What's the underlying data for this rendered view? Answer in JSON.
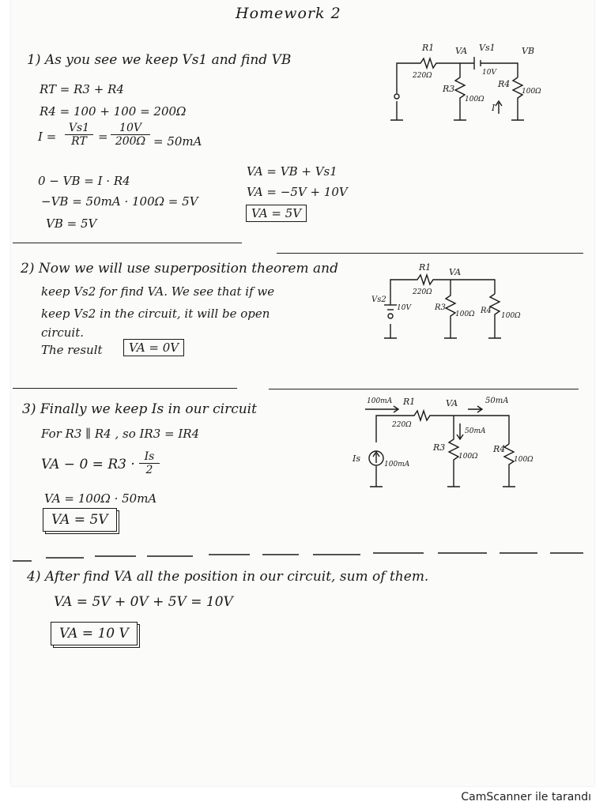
{
  "title": "Homework 2",
  "part1": {
    "heading": "1) As you see we keep Vs1 and find VB",
    "eq1": "RT = R3 + R4",
    "eq2": "R4 = 100 + 100 = 200Ω",
    "eq3_lhs": "I =",
    "eq3_frac1_num": "Vs1",
    "eq3_frac1_den": "RT",
    "eq3_eq": "=",
    "eq3_frac2_num": "10V",
    "eq3_frac2_den": "200Ω",
    "eq3_result": "= 50mA",
    "eq4": "0 − VB = I · R4",
    "eq5": "−VB = 50mA · 100Ω = 5V",
    "eq6": "VB = 5V",
    "r1": "VA = VB + Vs1",
    "r2": "VA = −5V + 10V",
    "r3": "VA = 5V"
  },
  "part2": {
    "line1": "2) Now we will use superposition theorem and",
    "line2": "keep Vs2 for find VA. We see that if we",
    "line3": "keep Vs2 in the circuit, it will be open",
    "line4": "circuit.",
    "result_label": "The result",
    "result": "VA = 0V"
  },
  "part3": {
    "heading": "3) Finally we keep Is in our circuit",
    "line1": "For R3 ∥ R4 , so IR3 = IR4",
    "eq1_lhs": "VA − 0 = R3 ·",
    "eq1_num": "Is",
    "eq1_den": "2",
    "eq2": "VA = 100Ω · 50mA",
    "result": "VA = 5V"
  },
  "part4": {
    "heading": "4) After find VA all the position in our circuit, sum of them.",
    "eq1": "VA = 5V + 0V + 5V = 10V",
    "result": "VA = 10 V"
  },
  "circuit1": {
    "r1": "R1",
    "r1_val": "220Ω",
    "va": "VA",
    "vs1": "Vs1",
    "vs1_val": "10V",
    "vb": "VB",
    "r3": "R3",
    "r3_val": "100Ω",
    "r4": "R4",
    "r4_val": "100Ω",
    "i": "I"
  },
  "circuit2": {
    "r1": "R1",
    "r1_val": "220Ω",
    "va": "VA",
    "vs2": "Vs2",
    "vs2_val": "10V",
    "r3": "R3",
    "r3_val": "100Ω",
    "r4": "R4",
    "r4_val": "100Ω"
  },
  "circuit3": {
    "i_in": "100mA",
    "r1": "R1",
    "r1_val": "220Ω",
    "va": "VA",
    "i_out": "50mA",
    "i_r3": "50mA",
    "r3": "R3",
    "r3_val": "100Ω",
    "r4": "R4",
    "r4_val": "100Ω",
    "is": "Is",
    "is_val": "100mA"
  },
  "footer": "CamScanner ile tarandı"
}
